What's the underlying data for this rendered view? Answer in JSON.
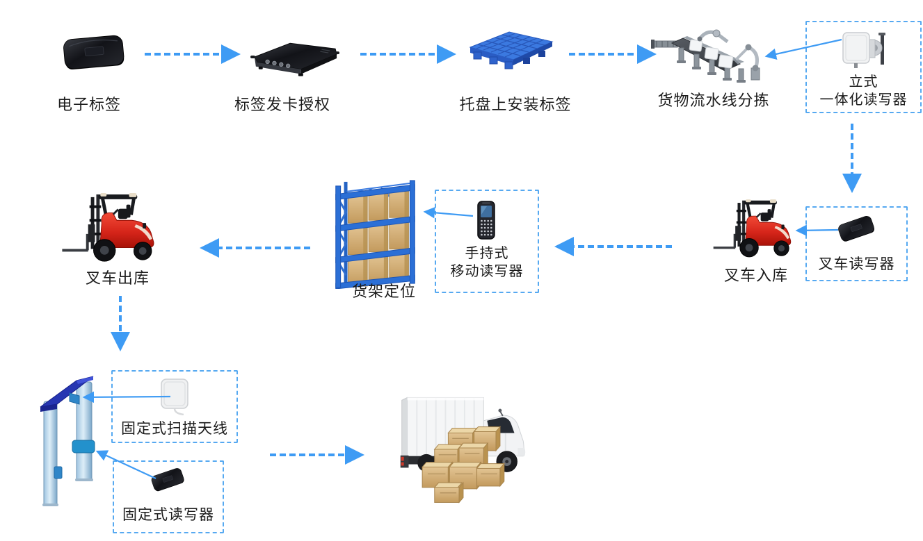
{
  "diagram": {
    "type": "flowchart",
    "subject": "RFID warehouse logistics process",
    "nodes": [
      {
        "id": "electronic-tag",
        "label": "电子标签"
      },
      {
        "id": "tag-issuing",
        "label": "标签发卡授权"
      },
      {
        "id": "pallet-tagging",
        "label": "托盘上安装标签"
      },
      {
        "id": "conveyor-sorting",
        "label": "货物流水线分拣"
      },
      {
        "id": "vertical-reader",
        "label": "立式一体化读写器",
        "label_lines": [
          "立式",
          "一体化读写器"
        ],
        "boxed": true
      },
      {
        "id": "forklift-reader",
        "label": "叉车读写器",
        "boxed": true
      },
      {
        "id": "forklift-inbound",
        "label": "叉车入库"
      },
      {
        "id": "handheld-reader",
        "label": "手持式移动读写器",
        "label_lines": [
          "手持式",
          "移动读写器"
        ],
        "boxed": true
      },
      {
        "id": "shelf-positioning",
        "label": "货架定位"
      },
      {
        "id": "forklift-outbound",
        "label": "叉车出库"
      },
      {
        "id": "gate-portal",
        "label": ""
      },
      {
        "id": "fixed-antenna",
        "label": "固定式扫描天线",
        "boxed": true
      },
      {
        "id": "fixed-reader",
        "label": "固定式读写器",
        "boxed": true
      },
      {
        "id": "delivery-truck",
        "label": ""
      }
    ],
    "edges": [
      {
        "from": "electronic-tag",
        "to": "tag-issuing",
        "style": "dashed"
      },
      {
        "from": "tag-issuing",
        "to": "pallet-tagging",
        "style": "dashed"
      },
      {
        "from": "pallet-tagging",
        "to": "conveyor-sorting",
        "style": "dashed"
      },
      {
        "from": "vertical-reader",
        "to": "conveyor-sorting",
        "style": "solid"
      },
      {
        "from": "vertical-reader",
        "to": "forklift-reader",
        "style": "dashed"
      },
      {
        "from": "forklift-reader",
        "to": "forklift-inbound",
        "style": "solid"
      },
      {
        "from": "forklift-inbound",
        "to": "handheld-reader",
        "style": "dashed"
      },
      {
        "from": "handheld-reader",
        "to": "shelf-positioning",
        "style": "solid"
      },
      {
        "from": "shelf-positioning",
        "to": "forklift-outbound",
        "style": "dashed"
      },
      {
        "from": "forklift-outbound",
        "to": "gate-portal",
        "style": "dashed"
      },
      {
        "from": "fixed-antenna",
        "to": "gate-portal",
        "style": "solid"
      },
      {
        "from": "fixed-reader",
        "to": "gate-portal",
        "style": "solid"
      },
      {
        "from": "gate-portal",
        "to": "delivery-truck",
        "style": "dashed"
      }
    ],
    "colors": {
      "arrow_blue": "#3E9BF4",
      "dashed_box_border": "#56A9F1",
      "text": "#1C1C1C",
      "background": "#FFFFFF",
      "pallet_blue": "#3B79E0",
      "shelf_blue": "#2B6FD6",
      "forklift_red": "#D6251A",
      "carton_tan": "#D2AC6E"
    }
  }
}
